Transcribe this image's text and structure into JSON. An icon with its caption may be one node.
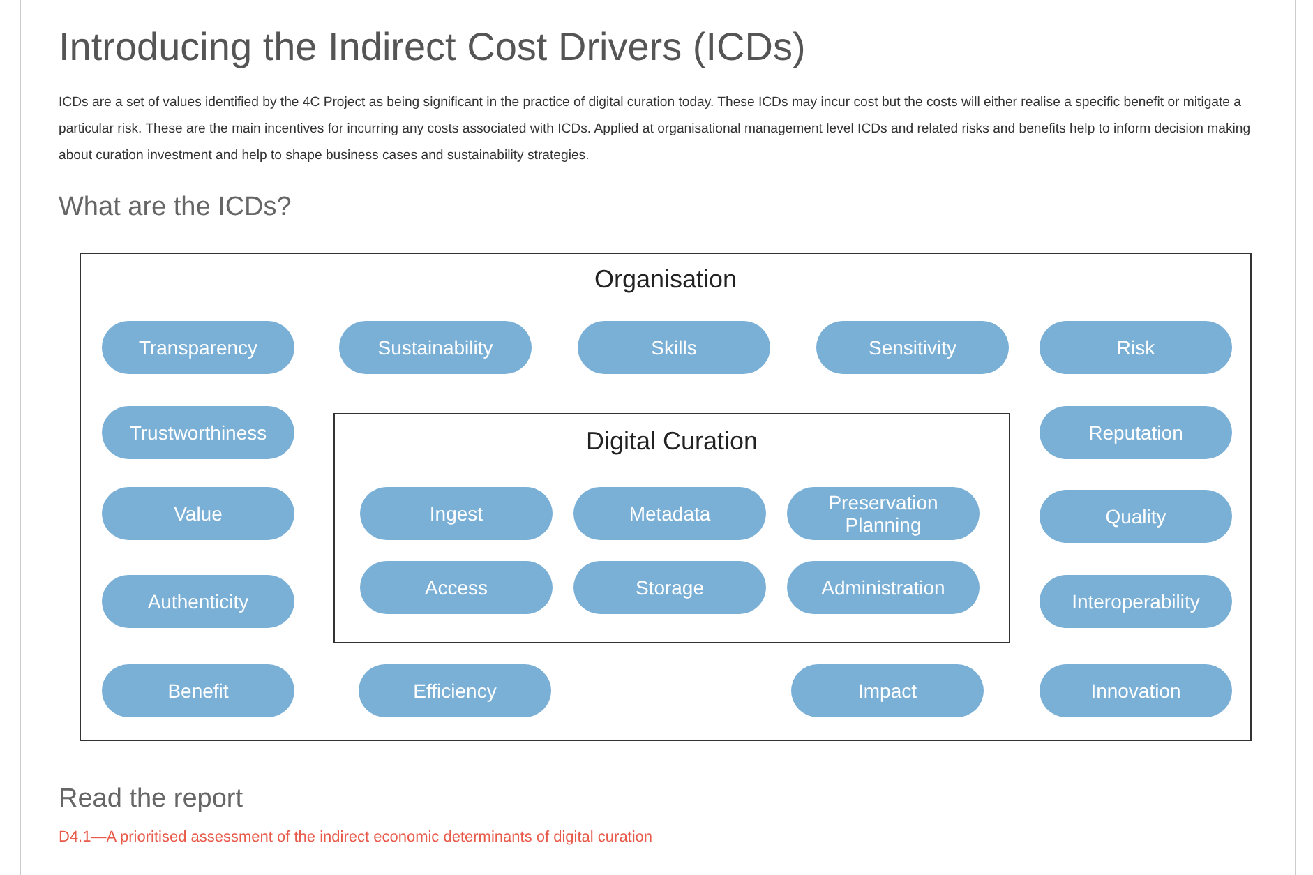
{
  "diagram": {
    "title": "Introducing the Indirect Cost Drivers (ICDs)",
    "nodes": [
      {
        "text": [
          "Organisation"
        ]
      },
      {
        "text": [
          "Transparency"
        ],
        "in": 0
      },
      {
        "text": [
          "Sustainability"
        ],
        "in": 0
      },
      {
        "text": [
          "Skills"
        ],
        "in": 0
      },
      {
        "text": [
          "Sensitivity"
        ],
        "in": 0
      },
      {
        "text": [
          "Risk"
        ],
        "in": 0
      },
      {
        "text": [
          "Trustworthiness"
        ],
        "in": 0
      },
      {
        "text": [
          "Digital Curation"
        ],
        "in": 0
      },
      {
        "text": [
          "Reputation"
        ],
        "in": 0
      },
      {
        "text": [
          "Value"
        ],
        "in": 0
      },
      {
        "text": [
          "Ingest"
        ],
        "in": 7
      },
      {
        "text": [
          "Metadata"
        ],
        "in": 7
      },
      {
        "text": [
          "Preservation Planning"
        ],
        "in": 7
      },
      {
        "text": [
          "Quality"
        ],
        "in": 0
      },
      {
        "text": [
          "Authenticity"
        ],
        "in": 0
      },
      {
        "text": [
          "Access"
        ],
        "in": 7
      },
      {
        "text": [
          "Storage"
        ],
        "in": 7
      },
      {
        "text": [
          "Administration"
        ],
        "in": 7
      },
      {
        "text": [
          "Interoperability"
        ],
        "in": 0
      },
      {
        "text": [
          "Benefit"
        ],
        "in": 0
      },
      {
        "text": [
          "Efficiency"
        ],
        "in": 0
      },
      {
        "text": [
          "Impact"
        ],
        "in": 0
      },
      {
        "text": [
          "Innovation"
        ],
        "in": 0
      }
    ],
    "labels": [
      "ICDs are a set of values identified by the 4C Project as being significant in the practice of digital curation today. These ICDs may incur cost but the costs will either realise a specific benefit or mitigate a particular risk. These are the main incentives for incurring any costs associated with ICDs. Applied at organisational management level ICDs and related risks and benefits help to inform decision making about curation investment and help to shape business cases and sustainability strategies.",
      "What are the ICDs?",
      "Read the report",
      "D4.1—A prioritised assessment of the indirect economic determinants of digital curation"
    ]
  }
}
